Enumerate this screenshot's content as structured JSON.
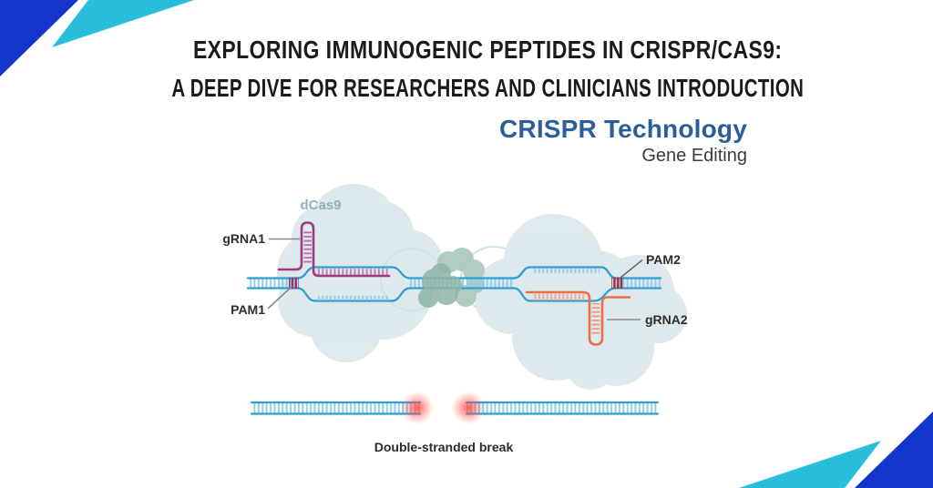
{
  "title": {
    "line1": "EXPLORING IMMUNOGENIC PEPTIDES IN CRISPR/CAS9:",
    "line2": "A DEEP DIVE FOR RESEARCHERS AND CLINICIANS INTRODUCTION"
  },
  "brand": {
    "heading": "CRISPR Technology",
    "subheading": "Gene Editing"
  },
  "diagram": {
    "labels": {
      "protein": "dCas9",
      "grna1": "gRNA1",
      "pam1": "PAM1",
      "pam2": "PAM2",
      "grna2": "gRNA2",
      "break_caption": "Double-stranded break"
    },
    "colors": {
      "corner_blue": "#1335cb",
      "corner_cyan": "#29bfdc",
      "brand_blue": "#2b5e99",
      "title_text": "#1b1b1b",
      "blob": "#dde9ee",
      "ring": "#cfe2ea",
      "dna_strand": "#2f9fd0",
      "dna_rung": "#8ecbe6",
      "grna1_purple": "#9d3b7e",
      "grna2_orange": "#e8714b",
      "pam1_purple": "#93316f",
      "pam2_red": "#a52a3e",
      "green_back": "#a9c8bd",
      "green_front": "#8fb4a7",
      "break_glow": "#ff5147",
      "pointer_line": "#8a8a8a"
    }
  }
}
